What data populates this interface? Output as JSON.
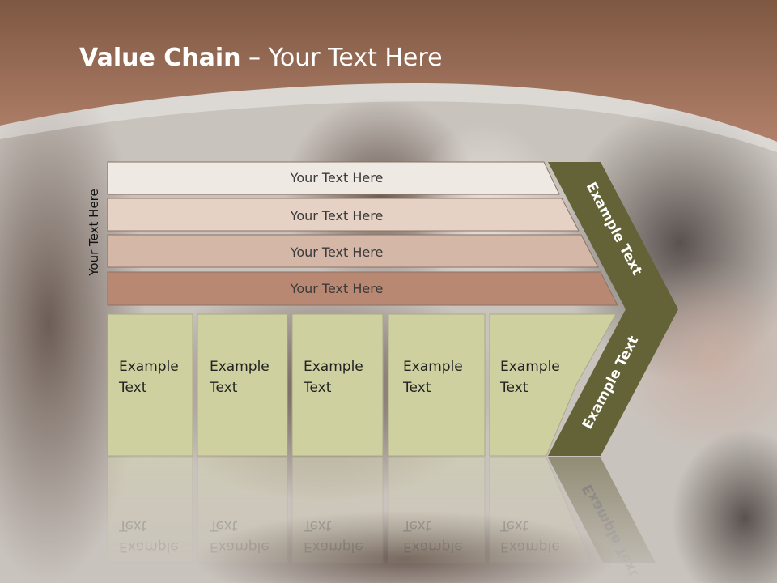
{
  "slide": {
    "title_bold": "Value Chain",
    "title_rest": " – Your Text Here",
    "side_label": "Your Text Here"
  },
  "rows": [
    {
      "label": "Your Text Here",
      "color": "#efe9e4"
    },
    {
      "label": "Your Text Here",
      "color": "#e6d2c4"
    },
    {
      "label": "Your Text Here",
      "color": "#d4b7a7"
    },
    {
      "label": "Your Text Here",
      "color": "#b98872"
    }
  ],
  "boxes": [
    {
      "line1": "Example",
      "line2": "Text"
    },
    {
      "line1": "Example",
      "line2": "Text"
    },
    {
      "line1": "Example",
      "line2": "Text"
    },
    {
      "line1": "Example",
      "line2": "Text"
    },
    {
      "line1": "Example",
      "line2": "Text"
    }
  ],
  "chevron": {
    "upper_text": "Example Text",
    "lower_text": "Example Text",
    "color": "#646337"
  },
  "colors": {
    "header": "#9b6a51",
    "box_fill": "#cfd0a0",
    "box_stroke": "#a9a98a"
  }
}
